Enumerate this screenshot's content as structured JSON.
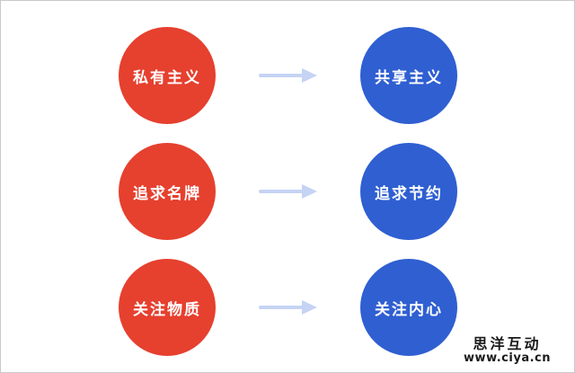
{
  "page": {
    "background": "#ffffff",
    "border_color": "#c9c9c9"
  },
  "diagram": {
    "from_color": "#e6402f",
    "to_color": "#2f5fd1",
    "arrow_color": "#c5d3f4",
    "text_color": "#ffffff",
    "rows": [
      {
        "from": "私有主义",
        "to": "共享主义"
      },
      {
        "from": "追求名牌",
        "to": "追求节约"
      },
      {
        "from": "关注物质",
        "to": "关注内心"
      }
    ]
  },
  "watermark": {
    "brand": "思洋互动",
    "url": "www.ciya.cn"
  }
}
